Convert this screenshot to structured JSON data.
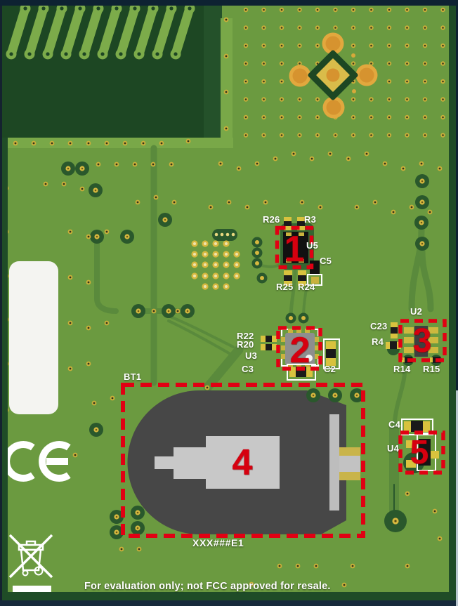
{
  "annotations": {
    "n1": "1",
    "n2": "2",
    "n3": "3",
    "n4": "4",
    "n5": "5"
  },
  "silkscreen": {
    "r26": "R26",
    "r3": "R3",
    "u5": "U5",
    "c5": "C5",
    "r25": "R25",
    "r24": "R24",
    "r22": "R22",
    "r20": "R20",
    "u3": "U3",
    "c3": "C3",
    "c2": "C2",
    "u2": "U2",
    "c23": "C23",
    "r4": "R4",
    "r14": "R14",
    "r15": "R15",
    "bt1": "BT1",
    "c4": "C4",
    "u4": "U4",
    "part_number": "XXX###E1",
    "notice": "For evaluation only; not FCC approved for resale."
  },
  "marks": {
    "ce": "CE",
    "weee": "WEEE crossed-out wheeled bin"
  },
  "colors": {
    "board_green": "#6b9a40",
    "dark_green": "#1f4c27",
    "trace_green": "#5a8a3c",
    "annotation_red": "#e10013",
    "silkscreen_white": "#ffffff",
    "via_gold": "#c9af3a",
    "pad_orange": "#e2a83e",
    "battery_gray": "#474747"
  }
}
